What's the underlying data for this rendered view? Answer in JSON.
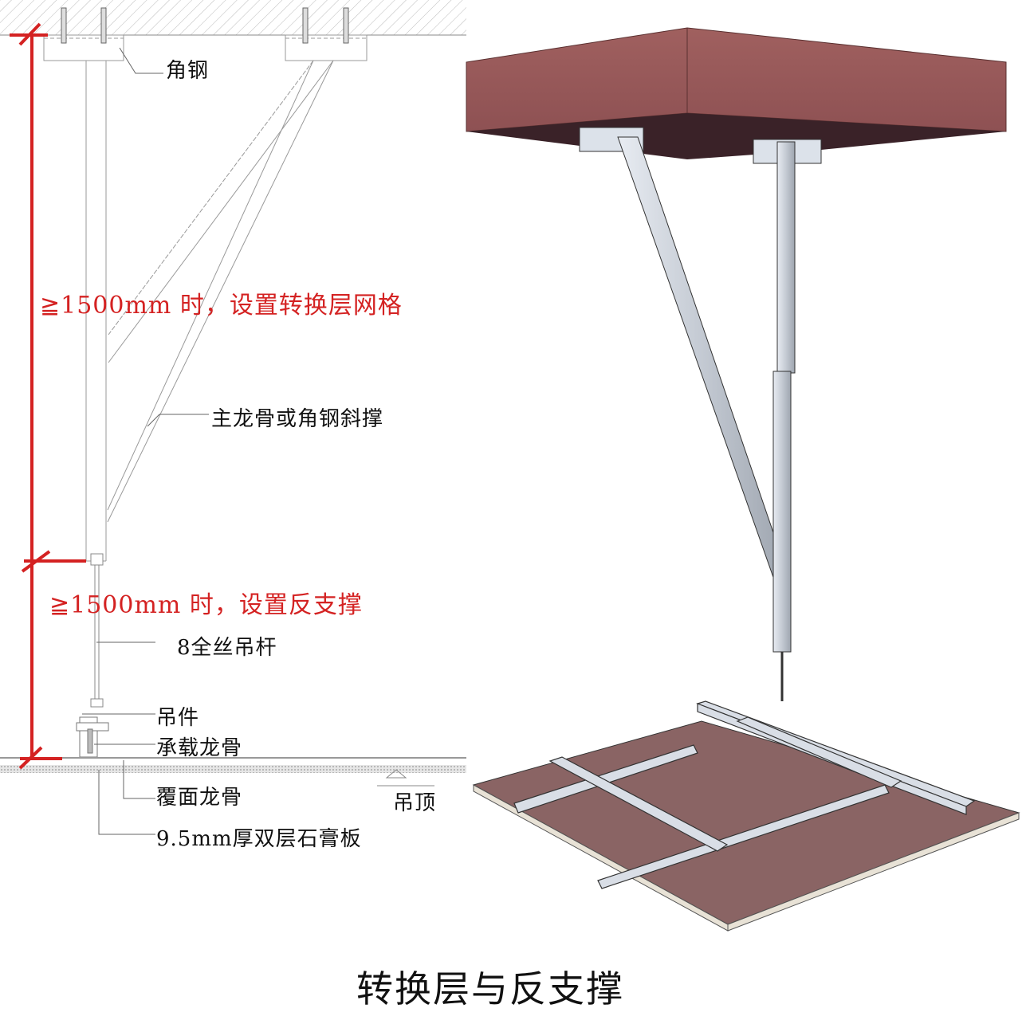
{
  "section_diagram": {
    "labels": {
      "angle_steel": "角钢",
      "transfer_grid_note": "≧1500mm 时，设置转换层网格",
      "diagonal_brace": "主龙骨或角钢斜撑",
      "reverse_support_note": "≧1500mm 时，设置反支撑",
      "threaded_rod": "8全丝吊杆",
      "hanger": "吊件",
      "main_runner": "承载龙骨",
      "cover_runner": "覆面龙骨",
      "ceiling": "吊顶",
      "gypsum_board": "9.5mm厚双层石膏板"
    },
    "colors": {
      "dimension_red": "#d42222",
      "line_gray": "#888888",
      "text": "#111111"
    }
  },
  "isometric_view": {
    "colors": {
      "slab_face": "#9a5a5c",
      "slab_underside": "#3a2228",
      "steel": "#c9ced6",
      "board": "#8a6464"
    }
  },
  "caption": "转换层与反支撑"
}
